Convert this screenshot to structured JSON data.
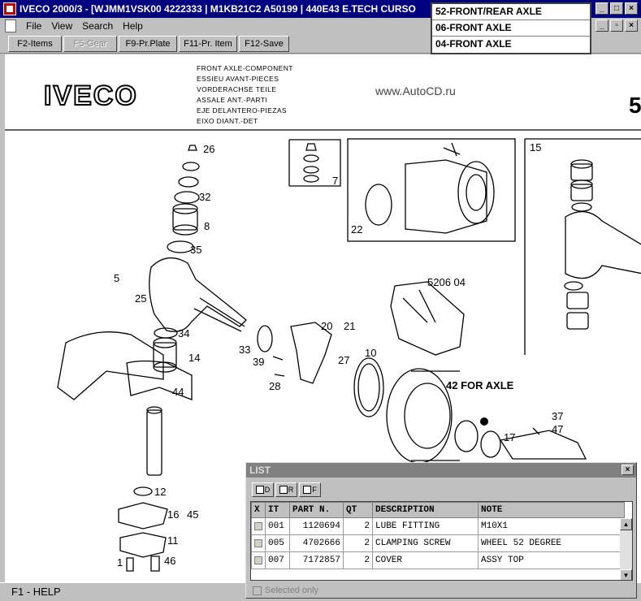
{
  "titlebar": {
    "title": "IVECO 2000/3 - [WJMM1VSK00 4222333 | M1KB21C2 A50199 | 440E43 E.TECH CURSO"
  },
  "menu": {
    "items": [
      "File",
      "View",
      "Search",
      "Help"
    ]
  },
  "toolbar": {
    "buttons": [
      {
        "label": "F2-Items"
      },
      {
        "label": "F5-Gear"
      },
      {
        "label": "F9-Pr.Plate"
      },
      {
        "label": "F11-Pr. Item"
      },
      {
        "label": "F12-Save"
      }
    ]
  },
  "dropdown": {
    "items": [
      "52-FRONT/REAR AXLE",
      "06-FRONT AXLE",
      "04-FRONT AXLE"
    ]
  },
  "drawing": {
    "logo": "IVECO",
    "website": "www.AutoCD.ru",
    "page_number": "5",
    "titles": [
      "FRONT AXLE-COMPONENT",
      "ESSIEU AVANT-PIECES",
      "VORDERACHSE TEILE",
      "ASSALE ANT.-PARTI",
      "EJE DELANTERO-PIEZAS",
      "EIXO DIANT.-DET"
    ],
    "callouts": {
      "c26": "26",
      "c32": "32",
      "c8": "8",
      "c35": "35",
      "c5": "5",
      "c25": "25",
      "c34": "34",
      "c14": "14",
      "c44": "44",
      "c12": "12",
      "c16": "16",
      "c45": "45",
      "c11": "11",
      "c1": "1",
      "c46": "46",
      "c7": "7",
      "c22": "22",
      "c15": "15",
      "c5206": "5206 04",
      "c20": "20",
      "c21": "21",
      "c33": "33",
      "c39": "39",
      "c27": "27",
      "c10": "10",
      "c28": "28",
      "c42": "42 FOR AXLE",
      "c37": "37",
      "c47": "47",
      "c17": "17"
    }
  },
  "status": {
    "help": "F1 - HELP"
  },
  "list": {
    "title": "LIST",
    "tools": [
      "D",
      "R",
      "F"
    ],
    "columns": [
      "X",
      "IT",
      "PART N.",
      "QT",
      "DESCRIPTION",
      "NOTE"
    ],
    "rows": [
      {
        "it": "001",
        "part": "1120694",
        "qt": "2",
        "desc": "LUBE FITTING",
        "note": "M10X1"
      },
      {
        "it": "005",
        "part": "4702666",
        "qt": "2",
        "desc": "CLAMPING SCREW",
        "note": "WHEEL 52 DEGREE"
      },
      {
        "it": "007",
        "part": "7172857",
        "qt": "2",
        "desc": "COVER",
        "note": "ASSY TOP"
      }
    ],
    "selected_only": "Selected only"
  }
}
